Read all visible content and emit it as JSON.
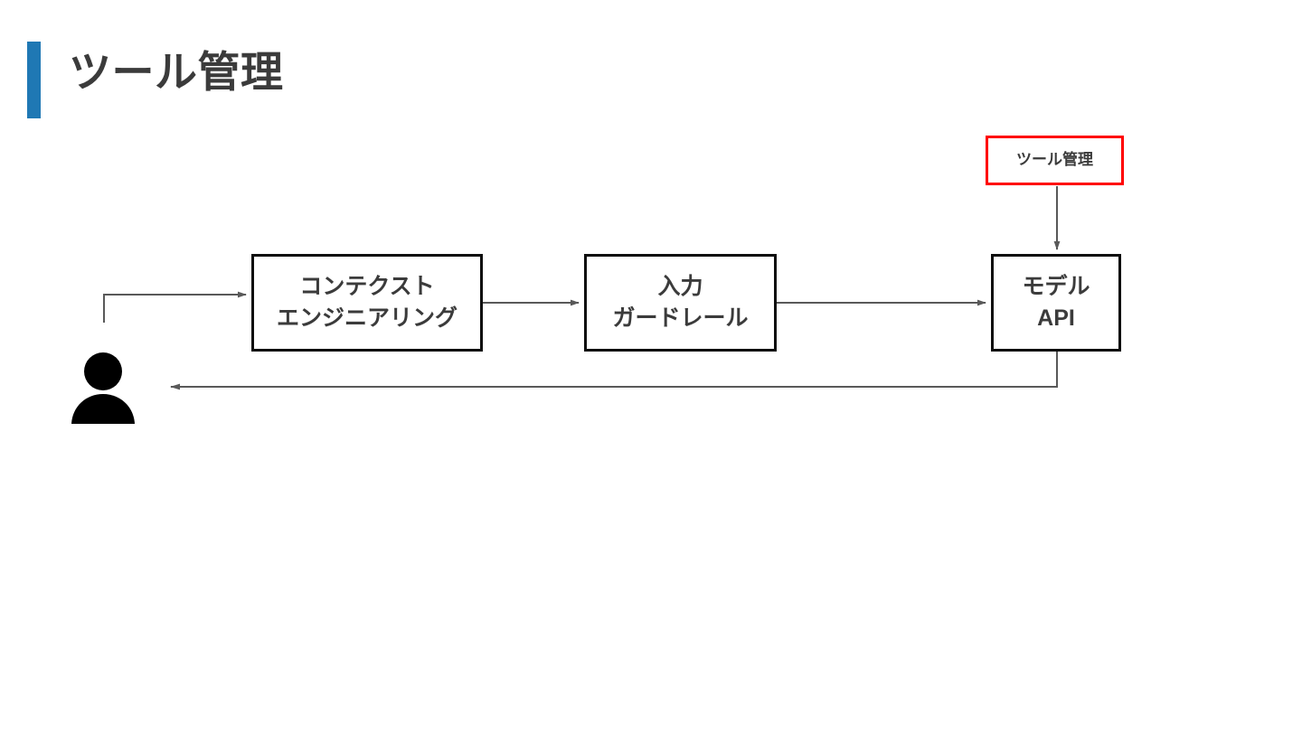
{
  "slide": {
    "title": "ツール管理",
    "accent_color": "#1F78B4",
    "title_color": "#3B3B3B",
    "background_color": "#FFFFFF"
  },
  "diagram": {
    "type": "flow",
    "highlight_color": "#FF0000",
    "node_border_color": "#0D0D0D",
    "connector_color": "#595959",
    "actor": {
      "name": "user-actor",
      "icon": "person-icon"
    },
    "nodes": [
      {
        "id": "context-engineering",
        "lines": [
          "コンテクスト",
          "エンジニアリング"
        ],
        "style": "black"
      },
      {
        "id": "input-guardrail",
        "lines": [
          "入力",
          "ガードレール"
        ],
        "style": "black"
      },
      {
        "id": "model-api",
        "lines": [
          "モデル",
          "API"
        ],
        "style": "black"
      },
      {
        "id": "tool-management",
        "lines": [
          "ツール管理"
        ],
        "style": "red-highlight"
      }
    ]
  }
}
